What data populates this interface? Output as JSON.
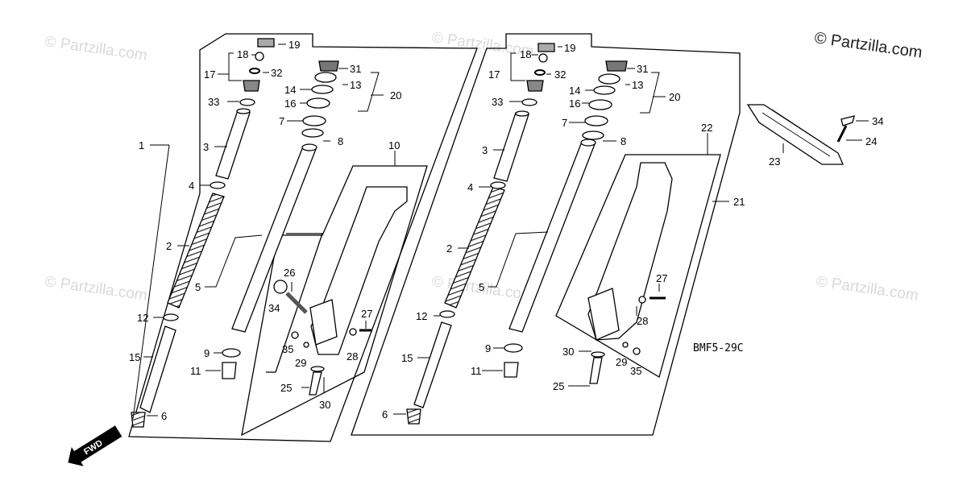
{
  "watermark": "© Partzilla.com",
  "copyright": "© Partzilla.com",
  "diagram_code": "BMF5-29C",
  "direction_label": "FWD",
  "labels": {
    "L1": "1",
    "L19": "19",
    "L18": "18",
    "L17": "17",
    "L32": "32",
    "L33": "33",
    "L31": "31",
    "L13": "13",
    "L14": "14",
    "L16": "16",
    "L20": "20",
    "L7": "7",
    "L8": "8",
    "L3": "3",
    "L4": "4",
    "L2": "2",
    "L5": "5",
    "L10": "10",
    "L26": "26",
    "L34": "34",
    "L12": "12",
    "L27": "27",
    "L35": "35",
    "L28": "28",
    "L29": "29",
    "L9": "9",
    "L15": "15",
    "L11": "11",
    "L25": "25",
    "L30": "30",
    "L6": "6",
    "R19": "19",
    "R18": "18",
    "R17": "17",
    "R32": "32",
    "R33": "33",
    "R31": "31",
    "R13": "13",
    "R14": "14",
    "R16": "16",
    "R20": "20",
    "R7": "7",
    "R8": "8",
    "R3": "3",
    "R4": "4",
    "R2": "2",
    "R5": "5",
    "R22": "22",
    "R21": "21",
    "R27": "27",
    "R12": "12",
    "R28": "28",
    "R9": "9",
    "R30": "30",
    "R15": "15",
    "R29": "29",
    "R35": "35",
    "R11": "11",
    "R25": "25",
    "R6": "6",
    "T34": "34",
    "T24": "24",
    "T23": "23"
  }
}
